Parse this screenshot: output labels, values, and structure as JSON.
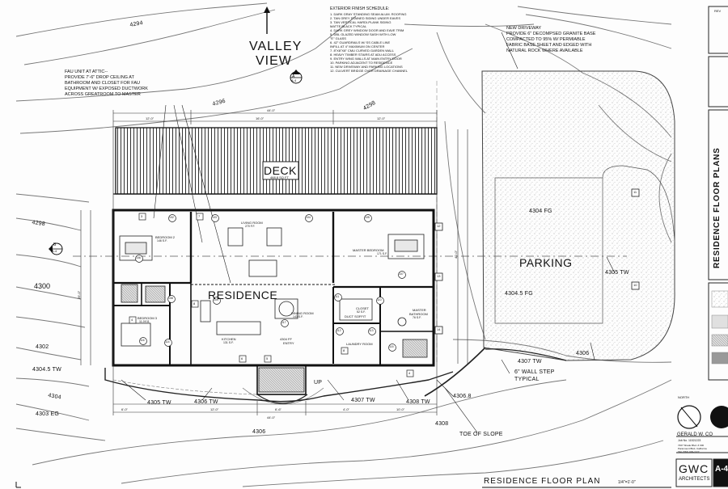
{
  "labels": {
    "valley_view": [
      "VALLEY",
      "VIEW"
    ],
    "deck": "DECK",
    "deck_area": "468.8 SQ FT",
    "residence": "RESIDENCE",
    "parking": "PARKING",
    "up": "UP",
    "toe_of_slope": "TOE OF SLOPE",
    "wall_step": [
      "6\" WALL STEP",
      "TYPICAL"
    ],
    "north": "NORTH"
  },
  "contours": [
    "4294",
    "4296",
    "4298",
    "4298",
    "4300",
    "4302",
    "4304",
    "4306",
    "4308",
    "4306"
  ],
  "elevations": {
    "e4304_fg": "4304 FG",
    "e4304_5_fg": "4304.5 FG",
    "e4305_tw_right": "4305 TW",
    "e4307_tw_right": "4307 TW",
    "e4304_5_tw": "4304.5 TW",
    "e4303_eg": "4303 EG",
    "e4305_tw": "4305 TW",
    "e4306_tw": "4306 TW",
    "e4307_tw": "4307 TW",
    "e4308_tw": "4308 TW",
    "e4306_8": "4306.8"
  },
  "notes": {
    "fau": [
      "FAU UNIT AT ATTIC--",
      "PROVIDE 7'-6\" DROP CEILING AT",
      "BATHROOM AND CLOSET FOR FAU",
      "EQUIPMENT W/ EXPOSED DUCTWORK",
      "ACROSS GREATROOM TO MASTER"
    ],
    "driveway": [
      "NEW DRIVEWAY",
      "PROVIDE 6\" DECOMPSED GRANITE BASE",
      "COMPACTED TO 95% W/ PERMIABLE",
      "FABRIC BASE SHEET AND EDGED WITH",
      "NATURAL ROCK WHERE AVAILABLE"
    ]
  },
  "schedule": {
    "title": "EXTERIOR FINISH SCHEDULE:",
    "items": [
      "1.  DARK GRAY STANDING SEAM ALUM. ROOFING",
      "2.  TAN GREY STAINED SIDING UNDER EAVES",
      "3.  TAN VERTICAL HARDI-PLANK SIDING",
      "    MATTE BLACK TYPICAL",
      "4.  DARK GREY WINDOW DOOR AND EAVE TRIM",
      "5.  DBL GLAZED WINDOW SASH WITH LOW",
      "    \"E\" GLASS",
      "6.  42\" GUARDRAILS W/ SS CABLE LINE",
      "    INFILL AT 4\" MAXIMUM ON CENTER",
      "7.  8\"X8\"X8\" CMU CURVED GARDEN WALL",
      "8.  HEAVY TIMBER STAIRS AT ADU ACCESS",
      "9.  ENTRY WING WALLS AT MAIN ENTRY DOOR",
      "10. PARKING ADJACENT TO RESIDENCE",
      "11. NEW DRIVEWAY AND PARKING LOCATIONS",
      "12. CULVERT BRIDGE OVER DRAINAGE CHANNEL"
    ]
  },
  "rooms": {
    "living": [
      "LIVING ROOM",
      "270 F.F."
    ],
    "bedroom2": [
      "BEDROOM 2",
      "146 S.F."
    ],
    "master": [
      "MASTER BEDROOM",
      "171 S.F."
    ],
    "bedroom3": [
      "BEDROOM 3",
      "11-0X11"
    ],
    "kitchen": [
      "KITCHEN",
      "131 S.F."
    ],
    "dining": [
      "DINING ROOM",
      "143 S.F."
    ],
    "entry": [
      "4304 FF",
      "ENTRY"
    ],
    "closet": [
      "CLOSET",
      "52 S.F."
    ],
    "master_bath": [
      "MASTER",
      "BATHROOM",
      "76 S.F."
    ],
    "laundry": [
      "LAUNDRY ROOM"
    ],
    "duct": "DUCT SOFFIT"
  },
  "section_markers": [
    {
      "letter": "A",
      "sheet": "A-4"
    },
    {
      "letter": "B",
      "sheet": "A-4"
    }
  ],
  "door_tags": [
    "3",
    "7",
    "8",
    "4",
    "5",
    "6",
    "8",
    "4"
  ],
  "window_tags": [
    "102",
    "103",
    "104",
    "105",
    "106",
    "107",
    "108",
    "109",
    "110",
    "111",
    "112",
    "113",
    "114",
    "115",
    "116",
    "117"
  ],
  "keynotes": [
    "11",
    "10",
    "12",
    "13",
    "14"
  ],
  "title_block": {
    "sheet_title": "RESIDENCE FLOOR PLANS",
    "drawing_title": "RESIDENCE FLOOR PLAN",
    "scale": "1/4\"=1'-0\"",
    "architect": "GERALD W. CO",
    "firm": [
      "GWC",
      "ARCHITECTS"
    ],
    "job": "Job No. 11521223",
    "sheet_no": "A-4",
    "address": [
      "7467 Shade Blvd. # 300",
      "Paramount Blvd, California",
      "TEL (562) 000-1127"
    ],
    "revision": "REV"
  },
  "dims": [
    "44'-0\"",
    "12'-0\"",
    "16'-0\"",
    "12'-0\"",
    "6'-6\"",
    "26'-0\"",
    "44'-0\"",
    "40'-0\"",
    "6'-0\"",
    "12'-0\"",
    "4'-0\"",
    "10'-0\""
  ]
}
